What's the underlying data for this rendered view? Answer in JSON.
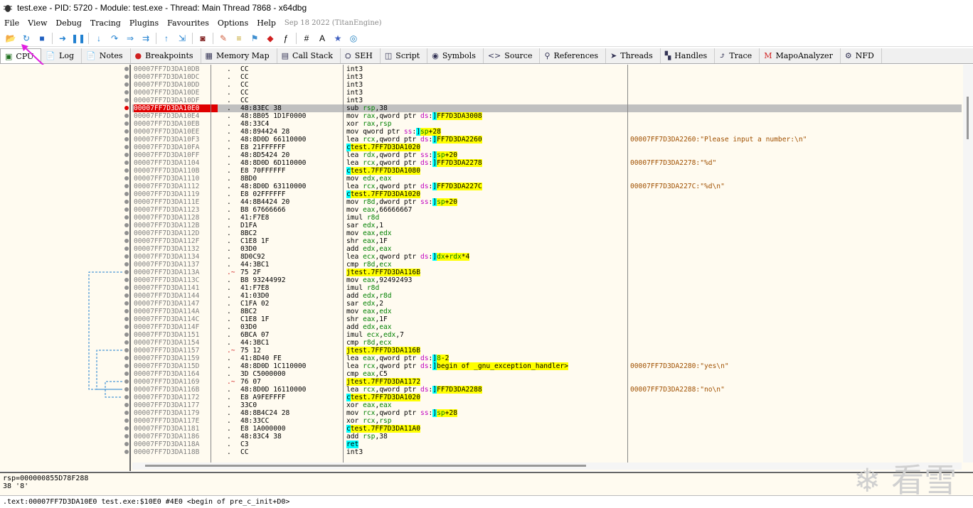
{
  "titlebar": {
    "title": "test.exe - PID: 5720 - Module: test.exe - Thread: Main Thread 7868 - x64dbg"
  },
  "menu": {
    "items": [
      "File",
      "View",
      "Debug",
      "Tracing",
      "Plugins",
      "Favourites",
      "Options",
      "Help"
    ],
    "version": "Sep 18 2022 (TitanEngine)"
  },
  "toolbar": {
    "icons": [
      "open-icon",
      "restart-icon",
      "stop-icon",
      "run-icon",
      "pause-icon",
      "step-into-icon",
      "step-over-icon",
      "trace-into-icon",
      "trace-over-icon",
      "execute-till-return-icon",
      "run-to-user-code-icon",
      "scylla-icon",
      "patch-icon",
      "comment-icon",
      "label-icon",
      "bookmark-icon",
      "function-icon",
      "hash-icon",
      "font-icon",
      "favourites-icon",
      "help-icon"
    ]
  },
  "tabs": [
    {
      "label": "CPU",
      "icon": "cpu-icon"
    },
    {
      "label": "Log",
      "icon": "log-icon"
    },
    {
      "label": "Notes",
      "icon": "notes-icon"
    },
    {
      "label": "Breakpoints",
      "icon": "breakpoint-icon"
    },
    {
      "label": "Memory Map",
      "icon": "memory-map-icon"
    },
    {
      "label": "Call Stack",
      "icon": "call-stack-icon"
    },
    {
      "label": "SEH",
      "icon": "seh-icon"
    },
    {
      "label": "Script",
      "icon": "script-icon"
    },
    {
      "label": "Symbols",
      "icon": "symbols-icon"
    },
    {
      "label": "Source",
      "icon": "source-icon"
    },
    {
      "label": "References",
      "icon": "references-icon"
    },
    {
      "label": "Threads",
      "icon": "threads-icon"
    },
    {
      "label": "Handles",
      "icon": "handles-icon"
    },
    {
      "label": "Trace",
      "icon": "trace-icon"
    },
    {
      "label": "MapoAnalyzer",
      "icon": "mapo-icon"
    },
    {
      "label": "NFD",
      "icon": "nfd-icon"
    }
  ],
  "disassembly": [
    {
      "addr": "00007FF7D3DA10DB",
      "bytes": "CC",
      "dis": "int3",
      "cmt": ""
    },
    {
      "addr": "00007FF7D3DA10DC",
      "bytes": "CC",
      "dis": "int3",
      "cmt": ""
    },
    {
      "addr": "00007FF7D3DA10DD",
      "bytes": "CC",
      "dis": "int3",
      "cmt": ""
    },
    {
      "addr": "00007FF7D3DA10DE",
      "bytes": "CC",
      "dis": "int3",
      "cmt": ""
    },
    {
      "addr": "00007FF7D3DA10DF",
      "bytes": "CC",
      "dis": "int3",
      "cmt": ""
    },
    {
      "addr": "00007FF7D3DA10E0",
      "bytes": "48:83EC 38",
      "dis": "sub rsp,38",
      "cmt": ""
    },
    {
      "addr": "00007FF7D3DA10E4",
      "bytes": "48:8B05 1D1F0000",
      "dis": "mov rax,qword ptr ds:[7FF7D3DA3008]",
      "cmt": ""
    },
    {
      "addr": "00007FF7D3DA10EB",
      "bytes": "48:33C4",
      "dis": "xor rax,rsp",
      "cmt": ""
    },
    {
      "addr": "00007FF7D3DA10EE",
      "bytes": "48:894424 28",
      "dis": "mov qword ptr ss:[rsp+28],rax",
      "cmt": ""
    },
    {
      "addr": "00007FF7D3DA10F3",
      "bytes": "48:8D0D 66110000",
      "dis": "lea rcx,qword ptr ds:[7FF7D3DA2260]",
      "cmt": "00007FF7D3DA2260:\"Please input a number:\\n\""
    },
    {
      "addr": "00007FF7D3DA10FA",
      "bytes": "E8 21FFFFFF",
      "dis": "call test.7FF7D3DA1020",
      "cmt": ""
    },
    {
      "addr": "00007FF7D3DA10FF",
      "bytes": "48:8D5424 20",
      "dis": "lea rdx,qword ptr ss:[rsp+20]",
      "cmt": ""
    },
    {
      "addr": "00007FF7D3DA1104",
      "bytes": "48:8D0D 6D110000",
      "dis": "lea rcx,qword ptr ds:[7FF7D3DA2278]",
      "cmt": "00007FF7D3DA2278:\"%d\""
    },
    {
      "addr": "00007FF7D3DA110B",
      "bytes": "E8 70FFFFFF",
      "dis": "call test.7FF7D3DA1080",
      "cmt": ""
    },
    {
      "addr": "00007FF7D3DA1110",
      "bytes": "8BD0",
      "dis": "mov edx,eax",
      "cmt": ""
    },
    {
      "addr": "00007FF7D3DA1112",
      "bytes": "48:8D0D 63110000",
      "dis": "lea rcx,qword ptr ds:[7FF7D3DA227C]",
      "cmt": "00007FF7D3DA227C:\"%d\\n\""
    },
    {
      "addr": "00007FF7D3DA1119",
      "bytes": "E8 02FFFFFF",
      "dis": "call test.7FF7D3DA1020",
      "cmt": ""
    },
    {
      "addr": "00007FF7D3DA111E",
      "bytes": "44:8B4424 20",
      "dis": "mov r8d,dword ptr ss:[rsp+20]",
      "cmt": ""
    },
    {
      "addr": "00007FF7D3DA1123",
      "bytes": "B8 67666666",
      "dis": "mov eax,66666667",
      "cmt": ""
    },
    {
      "addr": "00007FF7D3DA1128",
      "bytes": "41:F7E8",
      "dis": "imul r8d",
      "cmt": ""
    },
    {
      "addr": "00007FF7D3DA112B",
      "bytes": "D1FA",
      "dis": "sar edx,1",
      "cmt": ""
    },
    {
      "addr": "00007FF7D3DA112D",
      "bytes": "8BC2",
      "dis": "mov eax,edx",
      "cmt": ""
    },
    {
      "addr": "00007FF7D3DA112F",
      "bytes": "C1E8 1F",
      "dis": "shr eax,1F",
      "cmt": ""
    },
    {
      "addr": "00007FF7D3DA1132",
      "bytes": "03D0",
      "dis": "add edx,eax",
      "cmt": ""
    },
    {
      "addr": "00007FF7D3DA1134",
      "bytes": "8D0C92",
      "dis": "lea ecx,qword ptr ds:[rdx+rdx*4]",
      "cmt": ""
    },
    {
      "addr": "00007FF7D3DA1137",
      "bytes": "44:3BC1",
      "dis": "cmp r8d,ecx",
      "cmt": ""
    },
    {
      "addr": "00007FF7D3DA113A",
      "bytes": "75 2F",
      "dis": "jne test.7FF7D3DA116B",
      "cmt": ""
    },
    {
      "addr": "00007FF7D3DA113C",
      "bytes": "B8 93244992",
      "dis": "mov eax,92492493",
      "cmt": ""
    },
    {
      "addr": "00007FF7D3DA1141",
      "bytes": "41:F7E8",
      "dis": "imul r8d",
      "cmt": ""
    },
    {
      "addr": "00007FF7D3DA1144",
      "bytes": "41:03D0",
      "dis": "add edx,r8d",
      "cmt": ""
    },
    {
      "addr": "00007FF7D3DA1147",
      "bytes": "C1FA 02",
      "dis": "sar edx,2",
      "cmt": ""
    },
    {
      "addr": "00007FF7D3DA114A",
      "bytes": "8BC2",
      "dis": "mov eax,edx",
      "cmt": ""
    },
    {
      "addr": "00007FF7D3DA114C",
      "bytes": "C1E8 1F",
      "dis": "shr eax,1F",
      "cmt": ""
    },
    {
      "addr": "00007FF7D3DA114F",
      "bytes": "03D0",
      "dis": "add edx,eax",
      "cmt": ""
    },
    {
      "addr": "00007FF7D3DA1151",
      "bytes": "6BCA 07",
      "dis": "imul ecx,edx,7",
      "cmt": ""
    },
    {
      "addr": "00007FF7D3DA1154",
      "bytes": "44:3BC1",
      "dis": "cmp r8d,ecx",
      "cmt": ""
    },
    {
      "addr": "00007FF7D3DA1157",
      "bytes": "75 12",
      "dis": "jne test.7FF7D3DA116B",
      "cmt": ""
    },
    {
      "addr": "00007FF7D3DA1159",
      "bytes": "41:8D40 FE",
      "dis": "lea eax,qword ptr ds:[r8-2]",
      "cmt": ""
    },
    {
      "addr": "00007FF7D3DA115D",
      "bytes": "48:8D0D 1C110000",
      "dis": "lea rcx,qword ptr ds:[<begin of _gnu_exception_handler>]",
      "cmt": "00007FF7D3DA2280:\"yes\\n\""
    },
    {
      "addr": "00007FF7D3DA1164",
      "bytes": "3D C5000000",
      "dis": "cmp eax,C5",
      "cmt": ""
    },
    {
      "addr": "00007FF7D3DA1169",
      "bytes": "76 07",
      "dis": "jbe test.7FF7D3DA1172",
      "cmt": ""
    },
    {
      "addr": "00007FF7D3DA116B",
      "bytes": "48:8D0D 16110000",
      "dis": "lea rcx,qword ptr ds:[7FF7D3DA2288]",
      "cmt": "00007FF7D3DA2288:\"no\\n\""
    },
    {
      "addr": "00007FF7D3DA1172",
      "bytes": "E8 A9FEFFFF",
      "dis": "call test.7FF7D3DA1020",
      "cmt": ""
    },
    {
      "addr": "00007FF7D3DA1177",
      "bytes": "33C0",
      "dis": "xor eax,eax",
      "cmt": ""
    },
    {
      "addr": "00007FF7D3DA1179",
      "bytes": "48:8B4C24 28",
      "dis": "mov rcx,qword ptr ss:[rsp+28]",
      "cmt": ""
    },
    {
      "addr": "00007FF7D3DA117E",
      "bytes": "48:33CC",
      "dis": "xor rcx,rsp",
      "cmt": ""
    },
    {
      "addr": "00007FF7D3DA1181",
      "bytes": "E8 1A000000",
      "dis": "call test.7FF7D3DA11A0",
      "cmt": ""
    },
    {
      "addr": "00007FF7D3DA1186",
      "bytes": "48:83C4 38",
      "dis": "add rsp,38",
      "cmt": ""
    },
    {
      "addr": "00007FF7D3DA118A",
      "bytes": "C3",
      "dis": "ret",
      "cmt": ""
    },
    {
      "addr": "00007FF7D3DA118B",
      "bytes": "CC",
      "dis": "int3",
      "cmt": ""
    }
  ],
  "info": {
    "line1": "rsp=000000855D78F288",
    "line2": "38 '8'"
  },
  "status": {
    "text": ".text:00007FF7D3DA10E0 test.exe:$10E0 #4E0 <begin of pre_c_init+D0>"
  },
  "watermark": {
    "text": "❄ 看雪"
  }
}
